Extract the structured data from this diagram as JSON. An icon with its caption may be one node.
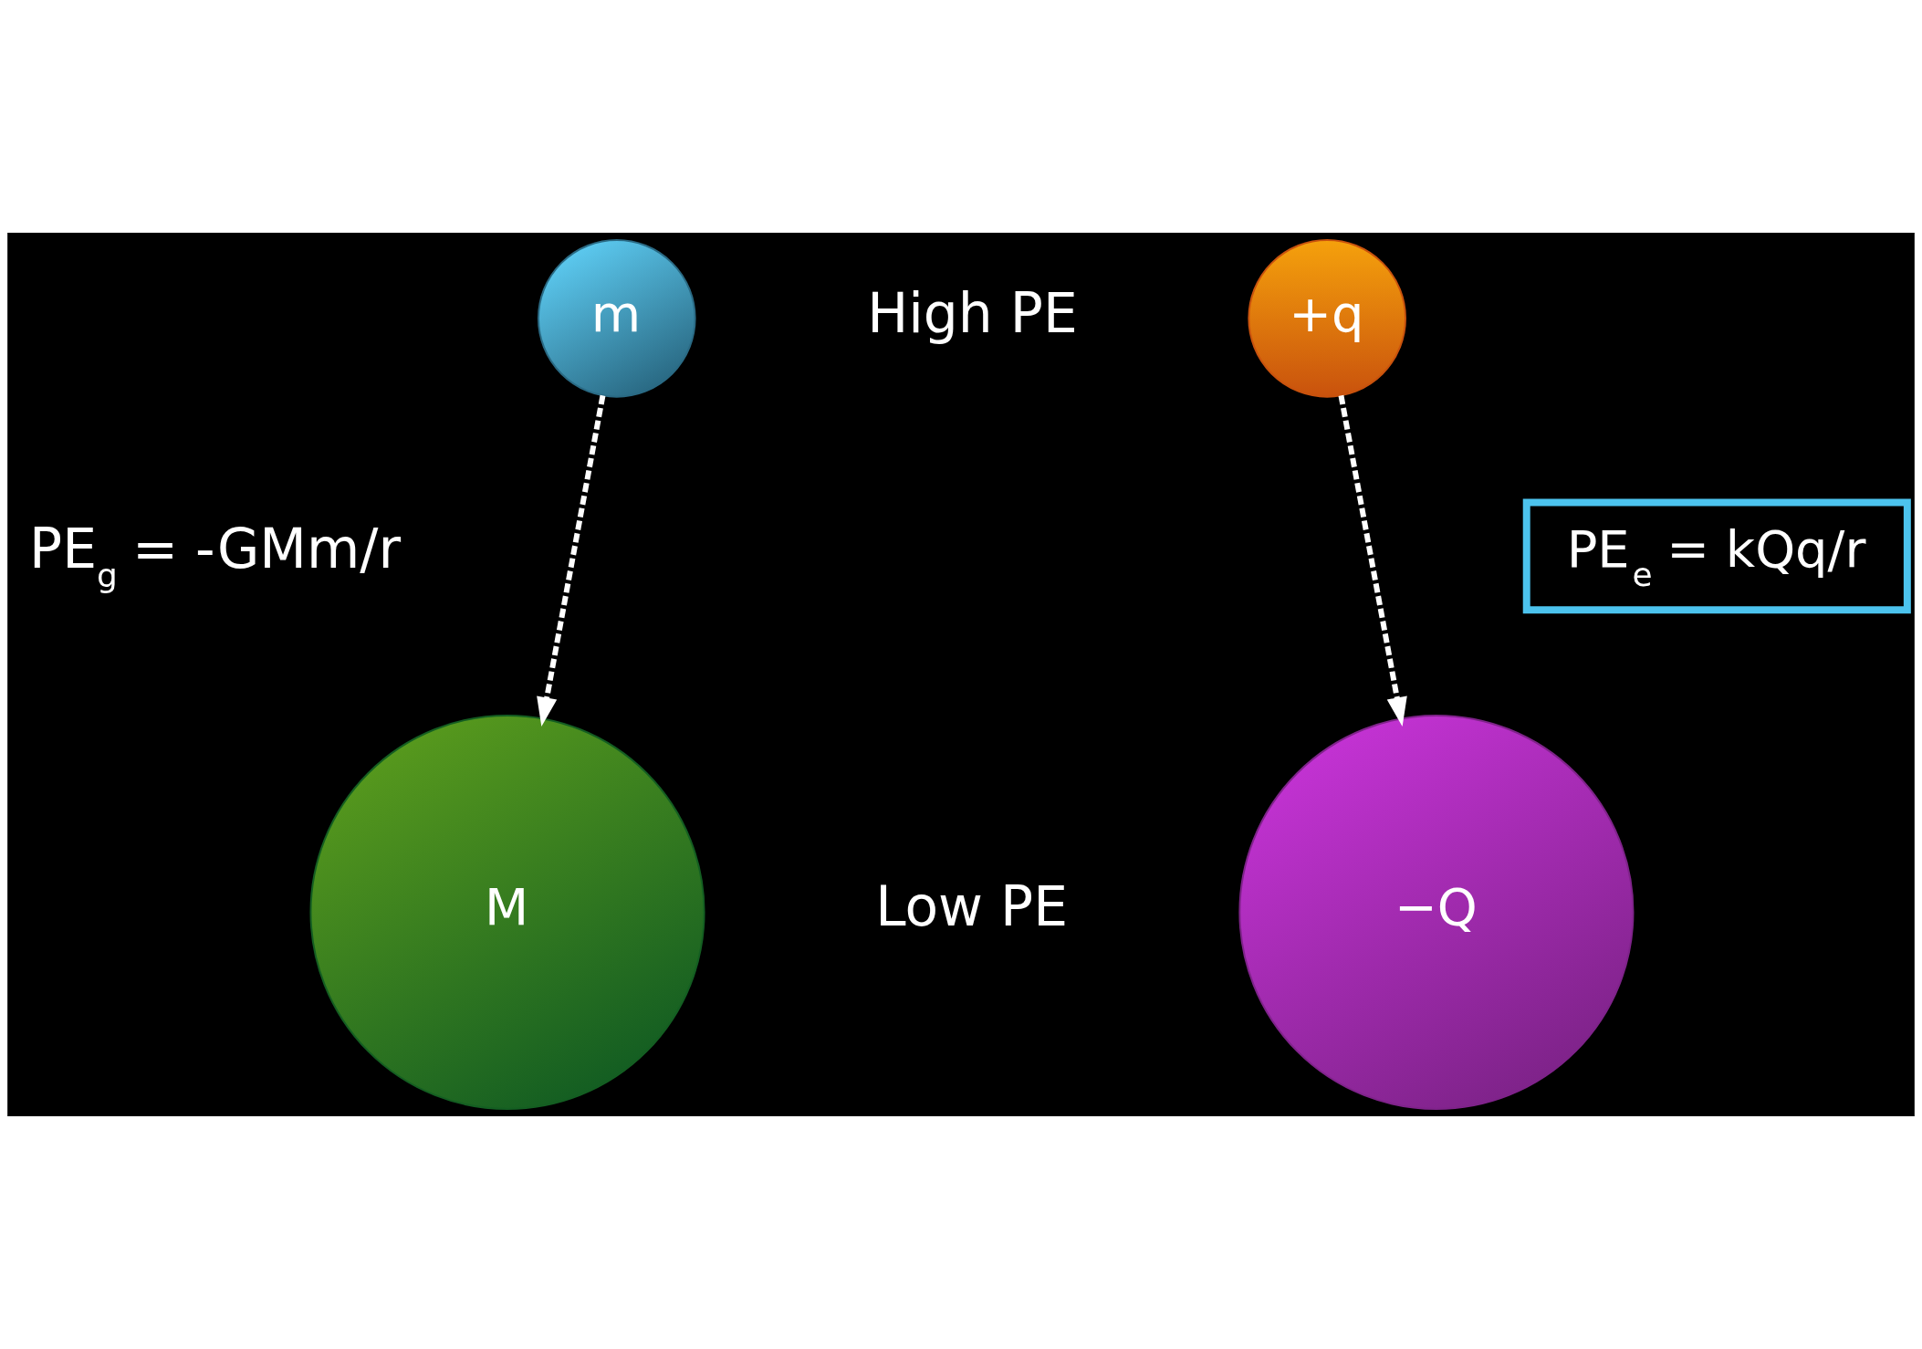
{
  "diagram": {
    "nodes": [
      {
        "text": [
          "m"
        ]
      },
      {
        "text": [
          "+q"
        ]
      },
      {
        "text": [
          "PE$_{e}$ = kQq/r"
        ]
      },
      {
        "text": [
          "M"
        ]
      },
      {
        "text": [
          "−Q"
        ]
      }
    ],
    "edges": [
      {
        "from": 0,
        "to": 3,
        "arrow": "to",
        "style": "dashed"
      },
      {
        "from": 1,
        "to": 4,
        "arrow": "to",
        "style": "dashed"
      }
    ],
    "labels": [
      "High PE",
      "PE$_{g}$ = -GMm/r",
      "Low PE"
    ]
  }
}
